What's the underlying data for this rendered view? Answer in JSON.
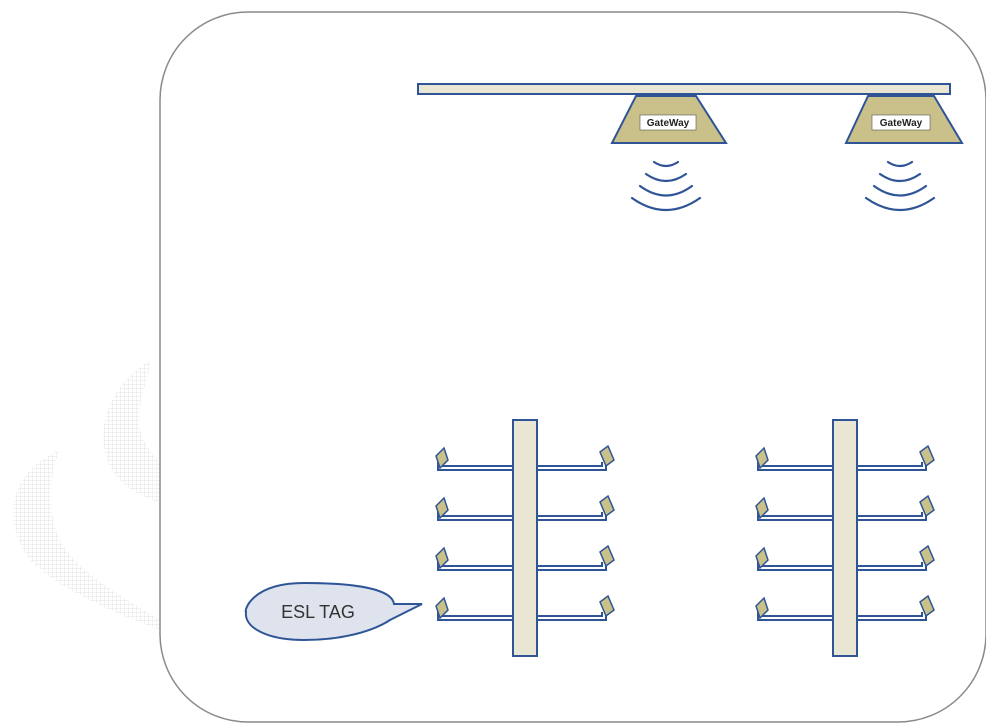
{
  "gateways": [
    {
      "label": "GateWay"
    },
    {
      "label": "GateWay"
    }
  ],
  "callout": {
    "label": "ESL TAG"
  },
  "shelf_units": 2,
  "shelves_per_unit": 4,
  "colors": {
    "frame_border": "#8a8a8a",
    "bar_fill": "#e9e7d4",
    "bar_stroke": "#2f5597",
    "gateway_fill": "#c9c08a",
    "gateway_stroke": "#2f5597",
    "wave_stroke": "#2f5597",
    "shelf_line": "#2f5597",
    "pillar_fill": "#e9e7d4",
    "tag_fill": "#c9c08a",
    "bubble_fill": "#dfe3ee",
    "bubble_stroke": "#2f5597",
    "watermark": "#c8c8c8"
  },
  "icons": [
    "wireless-signal-icon",
    "shelf-icon",
    "esl-tag-icon"
  ]
}
